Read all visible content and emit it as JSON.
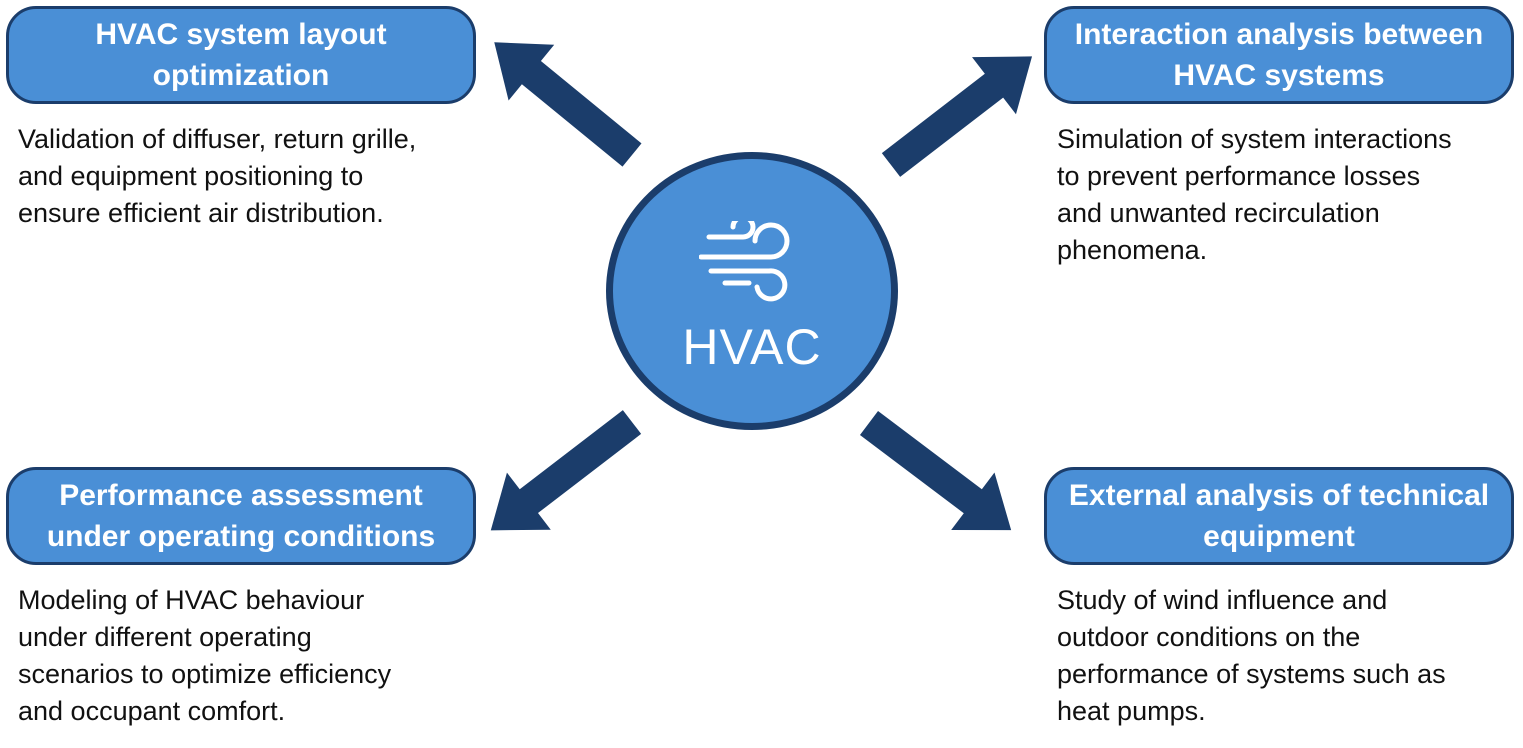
{
  "colors": {
    "box_fill": "#4a8fd6",
    "box_border": "#1b3d6b",
    "arrow": "#1b3d6b",
    "text": "#111111",
    "box_text": "#ffffff"
  },
  "hub": {
    "label": "HVAC",
    "icon": "wind-icon"
  },
  "nodes": {
    "layout": {
      "title": "HVAC system layout optimization",
      "description": "Validation of diffuser, return grille,\nand equipment positioning to\nensure efficient air distribution."
    },
    "interaction": {
      "title": "Interaction analysis between HVAC systems",
      "description": "Simulation of system interactions\nto prevent performance losses\nand unwanted recirculation\nphenomena."
    },
    "performance": {
      "title": "Performance assessment under operating conditions",
      "description": "Modeling of HVAC behaviour\nunder different operating\nscenarios to optimize efficiency\nand occupant comfort."
    },
    "external": {
      "title": "External analysis of technical equipment",
      "description": "Study of wind influence and\noutdoor conditions on the\nperformance of systems such as\nheat pumps."
    }
  }
}
